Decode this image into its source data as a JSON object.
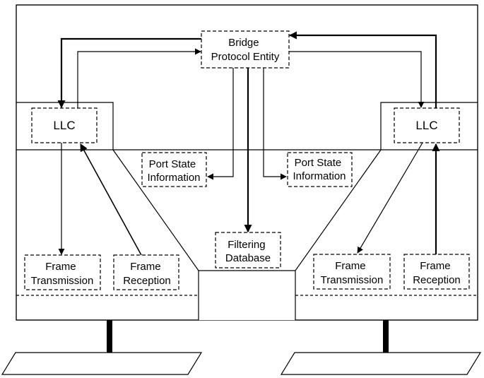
{
  "diagram": {
    "bridge_protocol_entity": [
      "Bridge",
      "Protocol Entity"
    ],
    "llc_left": "LLC",
    "llc_right": "LLC",
    "port_state_left": [
      "Port State",
      "Information"
    ],
    "port_state_right": [
      "Port State",
      "Information"
    ],
    "filtering_database": [
      "Filtering",
      "Database"
    ],
    "frame_transmission_left": [
      "Frame",
      "Transmission"
    ],
    "frame_reception_left": [
      "Frame",
      "Reception"
    ],
    "frame_transmission_right": [
      "Frame",
      "Transmission"
    ],
    "frame_reception_right": [
      "Frame",
      "Reception"
    ]
  }
}
